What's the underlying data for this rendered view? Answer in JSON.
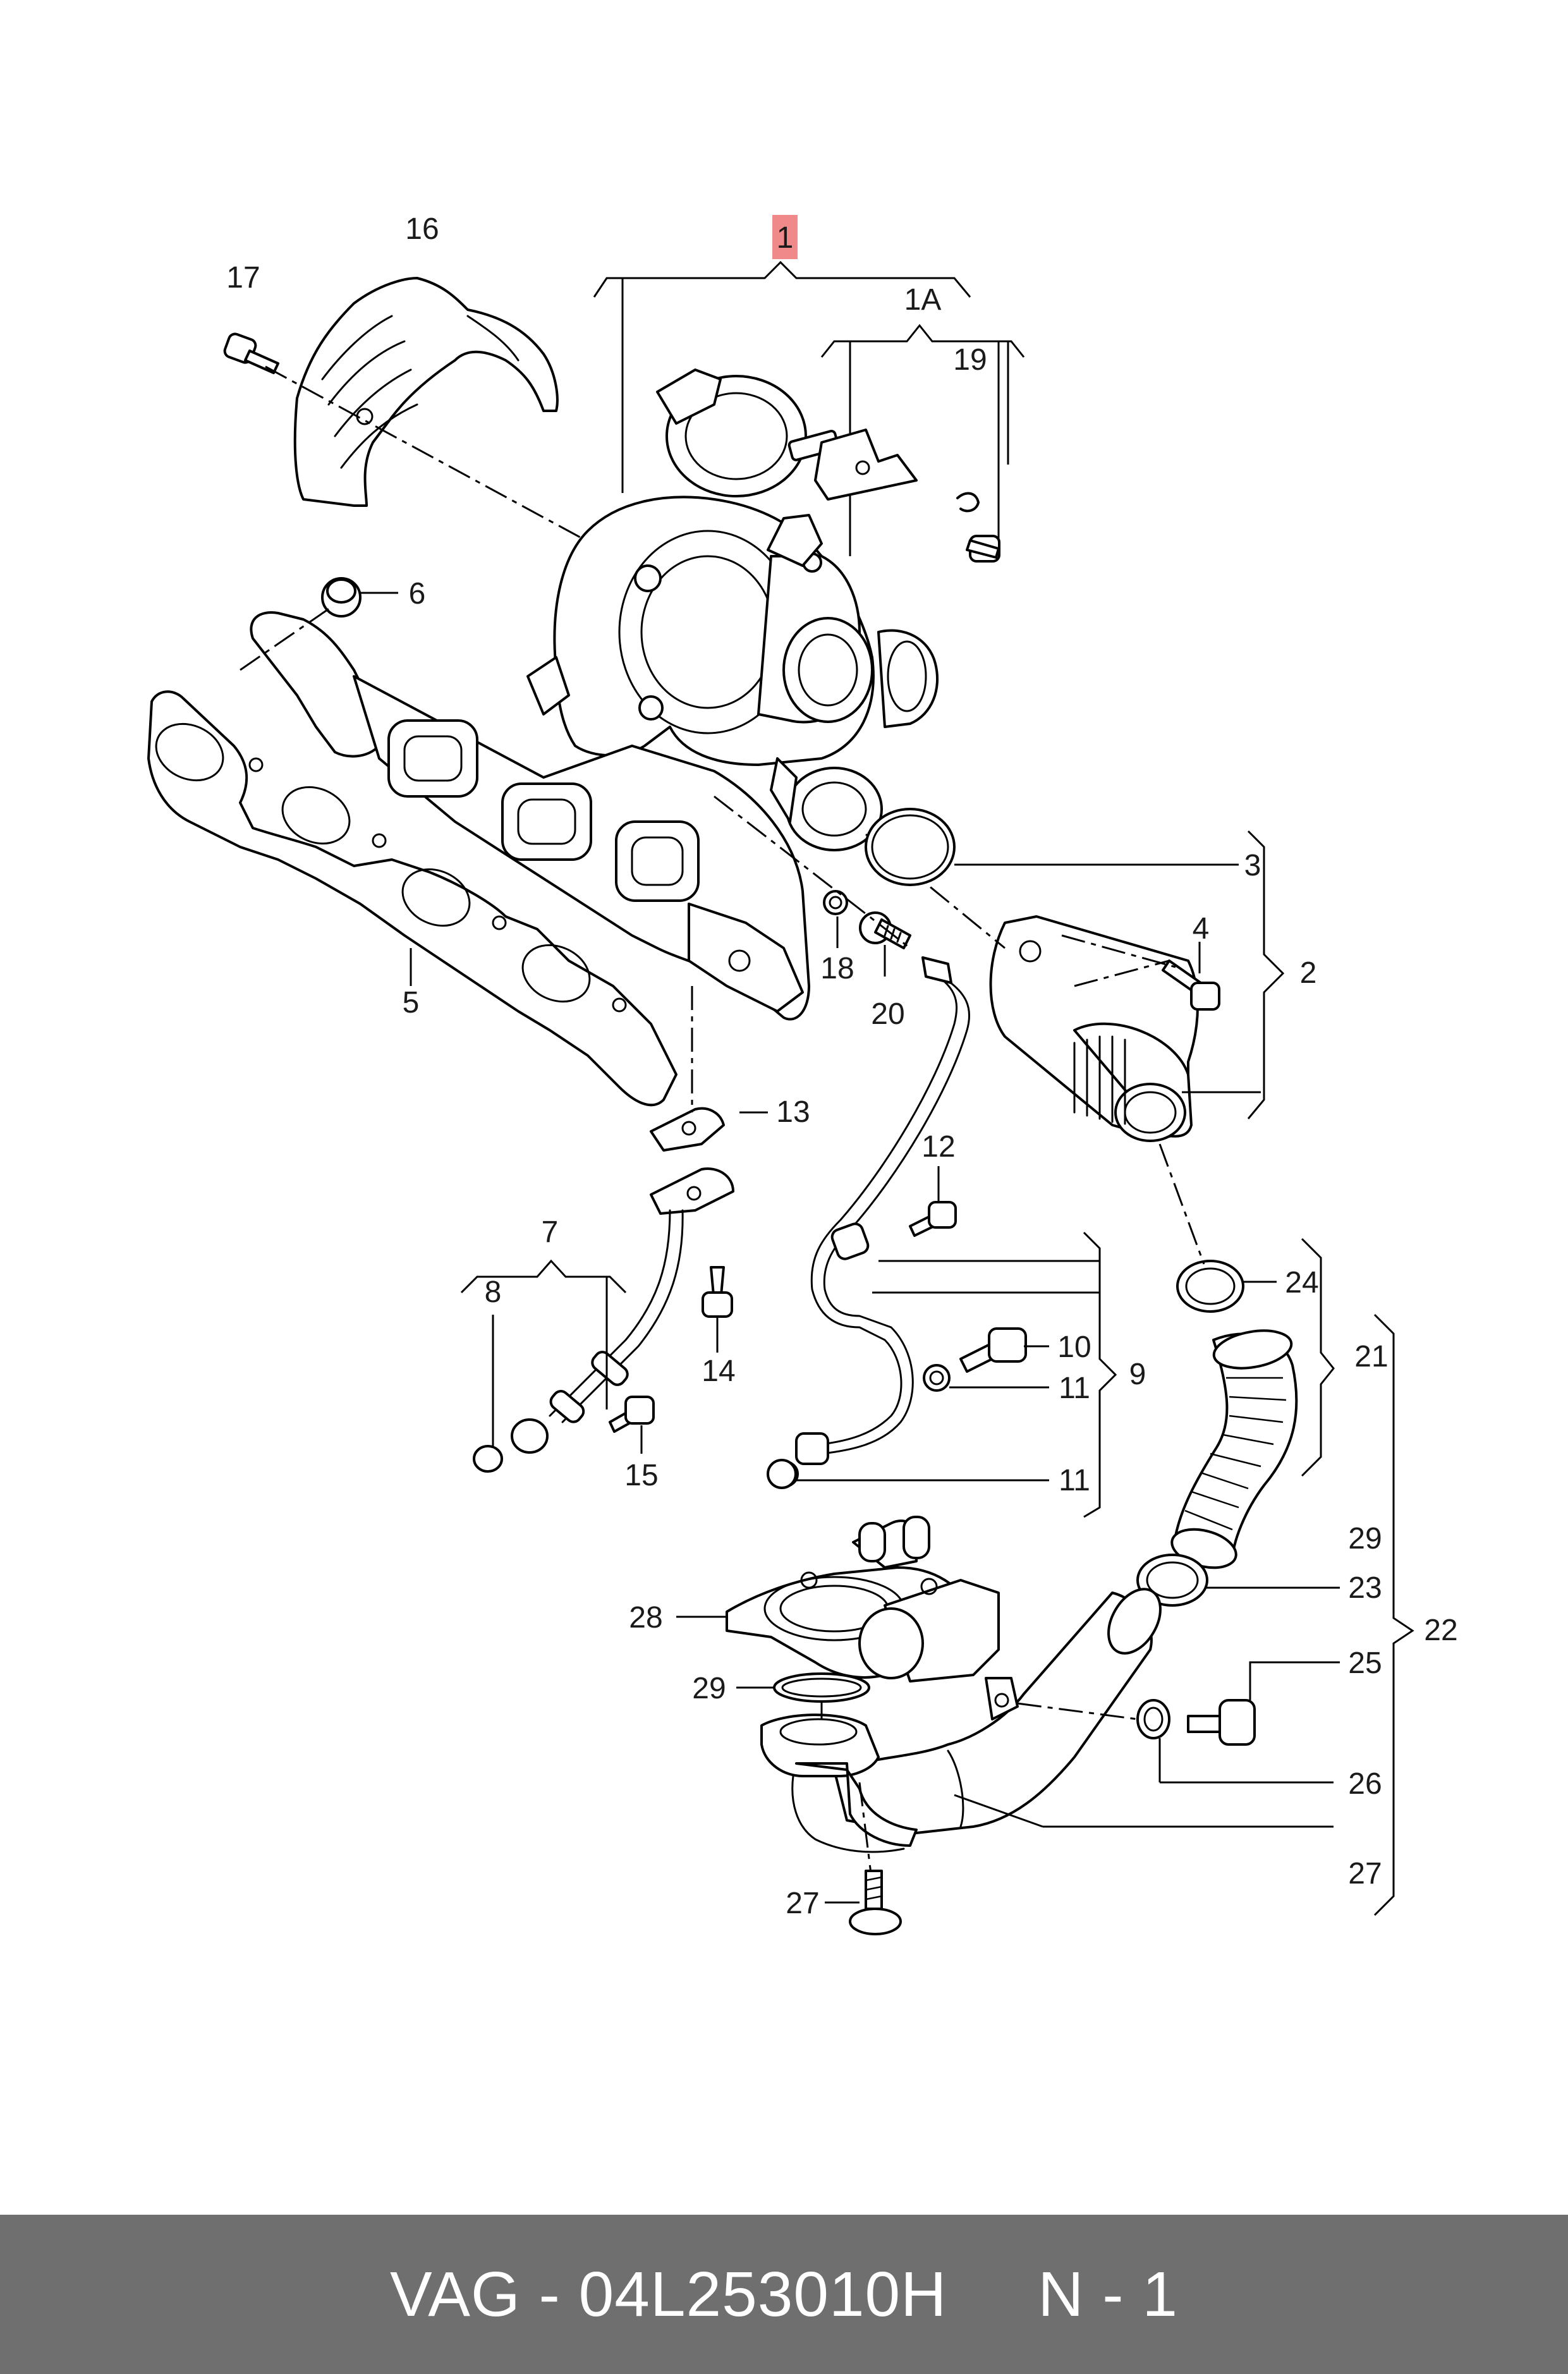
{
  "footer": {
    "text": "VAG - 04L253010H     N - 1",
    "background": "#6f6f6f",
    "text_color": "#ffffff"
  },
  "highlight_color": "#f08a8a",
  "callouts": {
    "c1": "1",
    "c1a": "1A",
    "c2": "2",
    "c3": "3",
    "c4": "4",
    "c5": "5",
    "c6": "6",
    "c7": "7",
    "c8": "8",
    "c9": "9",
    "c10": "10",
    "c11a": "11",
    "c11b": "11",
    "c12": "12",
    "c13": "13",
    "c14": "14",
    "c15": "15",
    "c16": "16",
    "c17": "17",
    "c18": "18",
    "c19": "19",
    "c20": "20",
    "c21": "21",
    "c22": "22",
    "c23": "23",
    "c24": "24",
    "c25": "25",
    "c26": "26",
    "c27a": "27",
    "c27b": "27",
    "c28": "28",
    "c29a": "29",
    "c29b": "29"
  }
}
